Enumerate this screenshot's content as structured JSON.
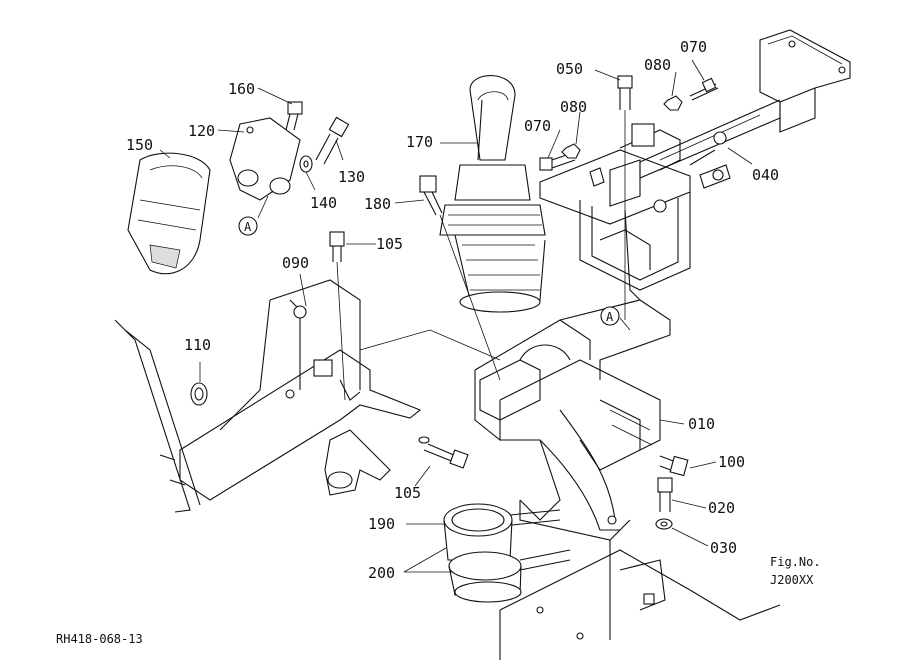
{
  "part_labels": {
    "p010": "010",
    "p020": "020",
    "p030": "030",
    "p040": "040",
    "p050": "050",
    "p070a": "070",
    "p070b": "070",
    "p080a": "080",
    "p080b": "080",
    "p090": "090",
    "p100": "100",
    "p105a": "105",
    "p105b": "105",
    "p110": "110",
    "p120": "120",
    "p130": "130",
    "p140": "140",
    "p150": "150",
    "p160": "160",
    "p170": "170",
    "p180": "180",
    "p190": "190",
    "p200": "200"
  },
  "callouts": {
    "a_left": "A",
    "a_right": "A"
  },
  "fig": {
    "line1": "Fig.No.",
    "line2": "J200XX"
  },
  "drawing_ref": "RH418-068-13"
}
